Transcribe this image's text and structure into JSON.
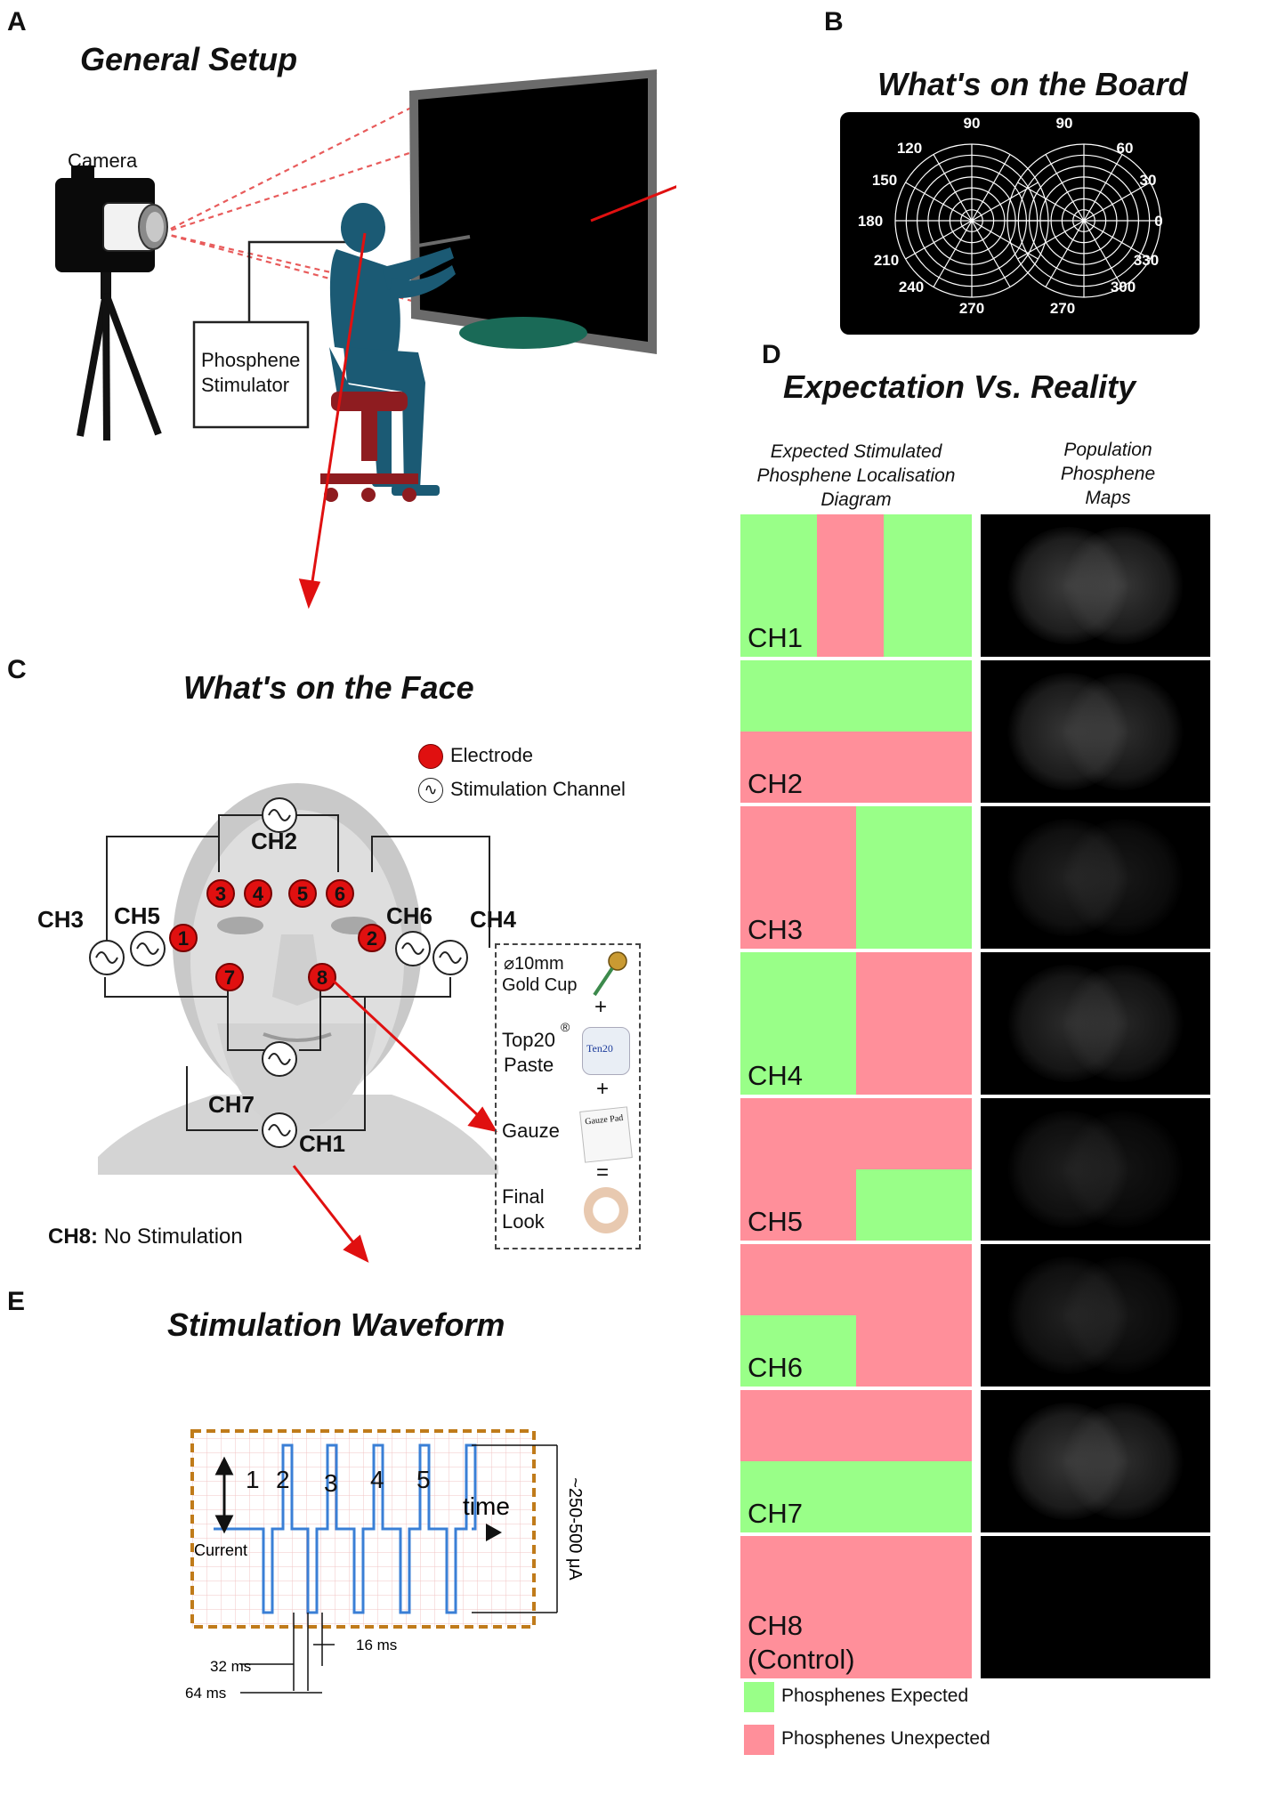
{
  "panel_a": {
    "letter": "A",
    "title": "General Setup",
    "camera_label": "Camera",
    "stimulator_label_line1": "Phosphene",
    "stimulator_label_line2": "Stimulator"
  },
  "panel_b": {
    "letter": "B",
    "title": "What's on the Board",
    "angle_labels": [
      "90",
      "120",
      "150",
      "180",
      "210",
      "240",
      "270",
      "90",
      "60",
      "30",
      "0",
      "330",
      "300",
      "270"
    ]
  },
  "panel_c": {
    "letter": "C",
    "title": "What's on the Face",
    "legend_electrode": "Electrode",
    "legend_channel": "Stimulation Channel",
    "channels": [
      "CH1",
      "CH2",
      "CH3",
      "CH4",
      "CH5",
      "CH6",
      "CH7"
    ],
    "electrodes": [
      "1",
      "2",
      "3",
      "4",
      "5",
      "6",
      "7",
      "8"
    ],
    "ch8_bold": "CH8:",
    "ch8_text": " No Stimulation",
    "materials": {
      "gold_cup_line1": "⌀10mm",
      "gold_cup_line2": "Gold Cup",
      "plus1": "+",
      "paste_line1": "Top20",
      "paste_reg": "®",
      "paste_line2": "Paste",
      "plus2": "+",
      "gauze": "Gauze",
      "equals": "=",
      "final_line1": "Final",
      "final_line2": "Look",
      "paste_jar_text": "Ten20",
      "gauze_pad_text": "Gauze Pad"
    }
  },
  "panel_d": {
    "letter": "D",
    "title": "Expectation Vs. Reality",
    "col1_header": [
      "Expected Stimulated",
      "Phosphene Localisation",
      "Diagram"
    ],
    "col2_header": [
      "Population",
      "Phosphene",
      "Maps"
    ],
    "rows": [
      {
        "label": "CH1"
      },
      {
        "label": "CH2"
      },
      {
        "label": "CH3"
      },
      {
        "label": "CH4"
      },
      {
        "label": "CH5"
      },
      {
        "label": "CH6"
      },
      {
        "label": "CH7"
      },
      {
        "label": "CH8\n(Control)"
      }
    ],
    "legend_expected": "Phosphenes Expected",
    "legend_unexpected": "Phosphenes Unexpected",
    "colors": {
      "expected": "#99ff88",
      "unexpected": "#ff8f9a"
    }
  },
  "panel_e": {
    "letter": "E",
    "title": "Stimulation Waveform",
    "pulse_numbers": [
      "1",
      "2",
      "3",
      "4",
      "5"
    ],
    "current_label": "Current",
    "time_label": "time",
    "amplitude_label": "~250-500 μA",
    "timing_32": "32 ms",
    "timing_16": "16 ms",
    "timing_64": "64 ms"
  }
}
